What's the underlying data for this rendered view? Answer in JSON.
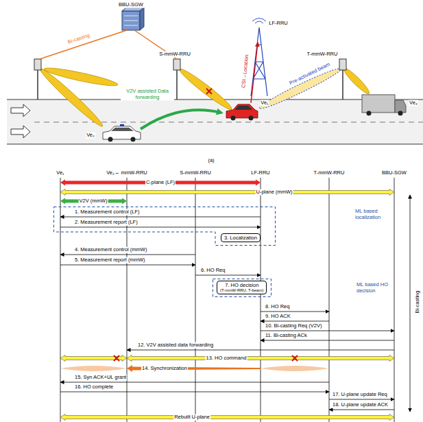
{
  "diagram": {
    "nodes": [
      {
        "text": [
          "ML based localization"
        ]
      },
      {
        "text": [
          "3. Localization"
        ],
        "in": 0
      },
      {
        "text": [
          "ML based HO decision"
        ]
      },
      {
        "text": [
          "7. HO decision",
          "(T-mmW-RRU, T-beam)"
        ],
        "in": 2
      }
    ],
    "labels": [
      "BBU-SGW",
      "Bi-casting",
      "LF-RRU",
      "CSI→Location",
      "S-mmW-RRU",
      "T-mmW-RRU",
      "Pre-activated beam",
      "V2V assisted Data forwarding",
      "Ve₁",
      "Ve₂",
      "Ve₃",
      "(a)",
      "Ve₁",
      "Ve₂↔ mmW-RRU",
      "S-mmW-RRU",
      "LF-RRU",
      "T-mmW-RRU",
      "BBU-SGW",
      "C-plane (LF)",
      "U-plane (mmW)",
      "V2V (mmW)",
      "1. Measurement control (LF)",
      "2. Measurement report (LF)",
      "4. Measurement control (mmW)",
      "5. Measurement report (mmW)",
      "6. HO Req",
      "8. HO Req",
      "9. HO ACK",
      "10. Bi-casting Req (V2V)",
      "11. Bi-casting ACk",
      "12. V2V assisted data forwarding",
      "13. HO command",
      "14. Synchronization",
      "15. Syn ACK+UL grant",
      "16. HO complete",
      "17. U-plane update Req",
      "18. U-plane update ACK",
      "Rebuilt U-plane",
      "Bi-casting"
    ]
  }
}
